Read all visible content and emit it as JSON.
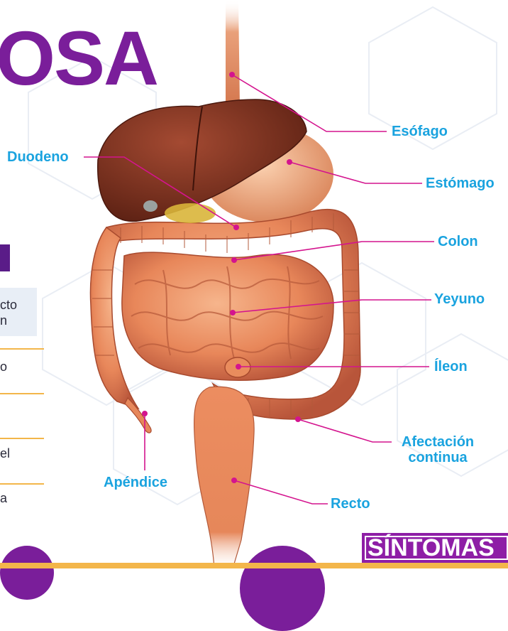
{
  "header": {
    "title_fragment": "OSA"
  },
  "left_panel": {
    "lines": [
      "cto",
      "n",
      "o",
      "el",
      "a"
    ]
  },
  "labels": {
    "esofago": "Esófago",
    "estomago": "Estómago",
    "duodeno": "Duodeno",
    "colon": "Colon",
    "yeyuno": "Yeyuno",
    "ileon": "Íleon",
    "afectacion_line1": "Afectación",
    "afectacion_line2": "continua",
    "apendice": "Apéndice",
    "recto": "Recto"
  },
  "footer": {
    "sintomas": "SÍNTOMAS"
  },
  "colors": {
    "label": "#1aa3df",
    "leader": "#d4148e",
    "title": "#7a1e9a",
    "accent_bar": "#f3b64a",
    "sintomas_bg": "#8e1ea6"
  }
}
